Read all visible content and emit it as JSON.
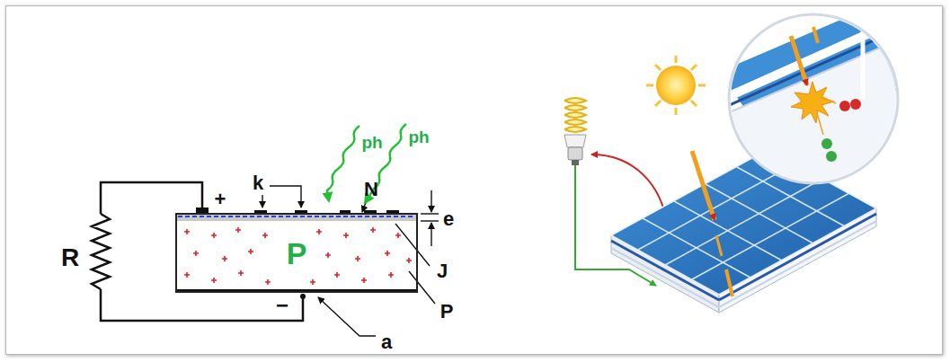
{
  "diagram": {
    "nodes": [
      {
        "text": [
          "P"
        ]
      }
    ],
    "labels": [
      "ph",
      "ph",
      "k",
      "N",
      "+",
      "e",
      "J",
      "R",
      "P",
      "−",
      "a"
    ]
  }
}
